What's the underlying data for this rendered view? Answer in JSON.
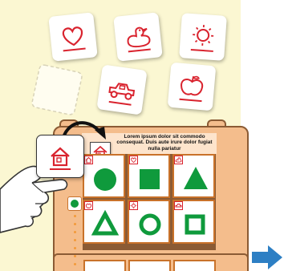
{
  "board": {
    "instruction_text": "Lorem ipsum dolor sit commodo consequat. Duis aute irure dolor fugiat nulla pariatur"
  },
  "picture_cards": [
    "heart-icon",
    "duck-icon",
    "sun-icon",
    "car-icon",
    "apple-icon"
  ],
  "colors": {
    "background": "#fbf7d2",
    "board": "#f4bd8c",
    "board_frame": "#8b5b34",
    "shape_green": "#0f9a3c",
    "icon_red": "#d9232e",
    "arrow_blue": "#2d7fc4"
  },
  "grid": {
    "rows": [
      [
        "green-circle",
        "green-square",
        "green-triangle"
      ],
      [
        "green-triangle-outline",
        "green-circle-outline",
        "green-square-outline"
      ]
    ]
  }
}
